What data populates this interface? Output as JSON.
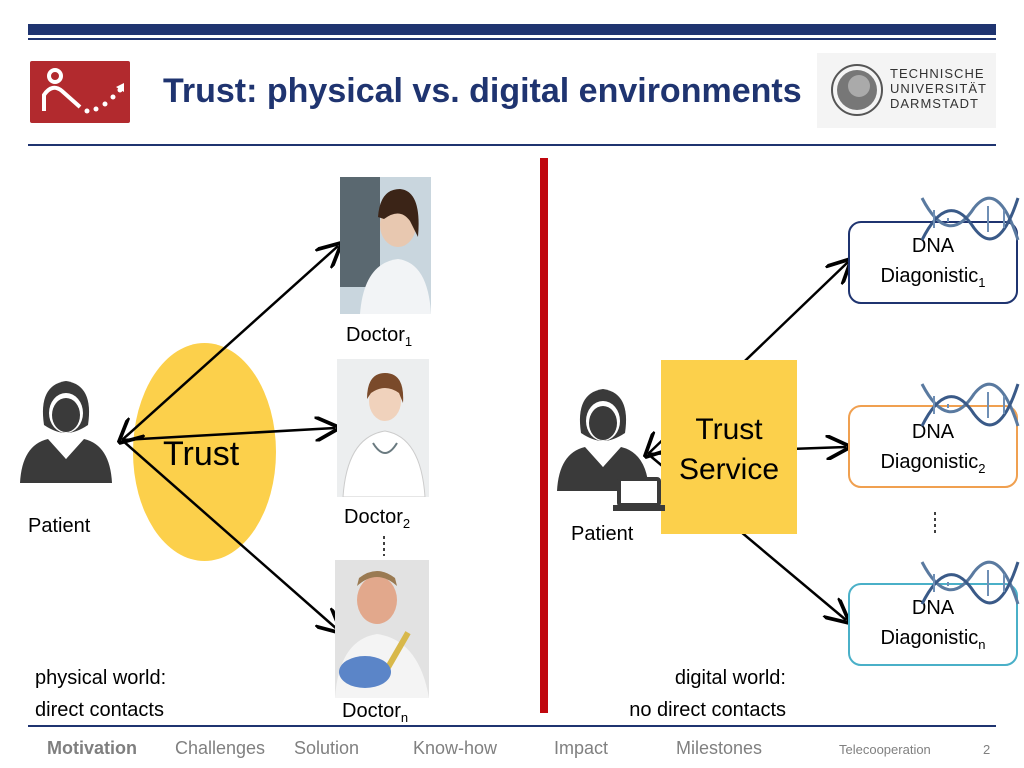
{
  "title": "Trust: physical vs. digital environments",
  "institution_logo": {
    "line1": "TECHNISCHE",
    "line2": "UNIVERSITÄT",
    "line3": "DARMSTADT"
  },
  "left": {
    "patient_label": "Patient",
    "trust_label": "Trust",
    "doctors": [
      {
        "name": "Doctor",
        "sub": "1"
      },
      {
        "name": "Doctor",
        "sub": "2"
      },
      {
        "name": "Doctor",
        "sub": "n"
      }
    ],
    "caption_line1": "physical world:",
    "caption_line2": "direct contacts"
  },
  "right": {
    "patient_label": "Patient",
    "trust_line1": "Trust",
    "trust_line2": "Service",
    "services": [
      {
        "line1": "DNA",
        "line2": "Diagonistic",
        "sub": "1",
        "border": "#1f3470"
      },
      {
        "line1": "DNA",
        "line2": "Diagonistic",
        "sub": "2",
        "border": "#f0a050"
      },
      {
        "line1": "DNA",
        "line2": "Diagonistic",
        "sub": "n",
        "border": "#4ab0c8"
      }
    ],
    "caption_line1": "digital world:",
    "caption_line2": "no direct contacts"
  },
  "footer": {
    "nav": [
      "Motivation",
      "Challenges",
      "Solution",
      "Know-how",
      "Impact",
      "Milestones"
    ],
    "active": "Motivation",
    "group": "Telecooperation",
    "page": "2"
  },
  "colors": {
    "navy": "#1f3470",
    "divider": "#c0070e",
    "trust_yellow": "#fcd04b",
    "logo_red": "#b22a2e"
  }
}
